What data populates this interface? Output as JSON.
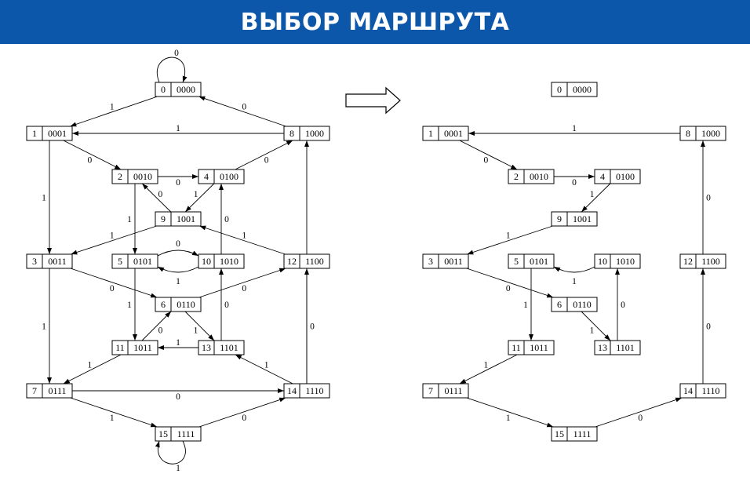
{
  "header": {
    "title": "ВЫБОР МАРШРУТА",
    "color": "#0c57a9"
  },
  "nodes": [
    {
      "id": 0,
      "label": "0",
      "code": "0000"
    },
    {
      "id": 1,
      "label": "1",
      "code": "0001"
    },
    {
      "id": 2,
      "label": "2",
      "code": "0010"
    },
    {
      "id": 3,
      "label": "3",
      "code": "0011"
    },
    {
      "id": 4,
      "label": "4",
      "code": "0100"
    },
    {
      "id": 5,
      "label": "5",
      "code": "0101"
    },
    {
      "id": 6,
      "label": "6",
      "code": "0110"
    },
    {
      "id": 7,
      "label": "7",
      "code": "0111"
    },
    {
      "id": 8,
      "label": "8",
      "code": "1000"
    },
    {
      "id": 9,
      "label": "9",
      "code": "1001"
    },
    {
      "id": 10,
      "label": "10",
      "code": "1010"
    },
    {
      "id": 11,
      "label": "11",
      "code": "1011"
    },
    {
      "id": 12,
      "label": "12",
      "code": "1100"
    },
    {
      "id": 13,
      "label": "13",
      "code": "1101"
    },
    {
      "id": 14,
      "label": "14",
      "code": "1110"
    },
    {
      "id": 15,
      "label": "15",
      "code": "1111"
    }
  ],
  "full_graph_edges": [
    {
      "from": 0,
      "to": 0,
      "label": "0"
    },
    {
      "from": 0,
      "to": 1,
      "label": "1"
    },
    {
      "from": 8,
      "to": 0,
      "label": "0"
    },
    {
      "from": 8,
      "to": 1,
      "label": "1"
    },
    {
      "from": 1,
      "to": 2,
      "label": "0"
    },
    {
      "from": 1,
      "to": 3,
      "label": "1"
    },
    {
      "from": 2,
      "to": 4,
      "label": "0"
    },
    {
      "from": 2,
      "to": 5,
      "label": "1"
    },
    {
      "from": 4,
      "to": 8,
      "label": "0"
    },
    {
      "from": 4,
      "to": 9,
      "label": "1"
    },
    {
      "from": 9,
      "to": 2,
      "label": "0"
    },
    {
      "from": 9,
      "to": 3,
      "label": "1"
    },
    {
      "from": 12,
      "to": 9,
      "label": "1"
    },
    {
      "from": 14,
      "to": 8,
      "label": "0"
    },
    {
      "from": 5,
      "to": 10,
      "label": "0"
    },
    {
      "from": 10,
      "to": 5,
      "label": "1"
    },
    {
      "from": 10,
      "to": 4,
      "label": "0"
    },
    {
      "from": 5,
      "to": 11,
      "label": "1"
    },
    {
      "from": 3,
      "to": 6,
      "label": "0"
    },
    {
      "from": 3,
      "to": 7,
      "label": "1"
    },
    {
      "from": 6,
      "to": 12,
      "label": "0"
    },
    {
      "from": 6,
      "to": 13,
      "label": "1"
    },
    {
      "from": 11,
      "to": 6,
      "label": "0"
    },
    {
      "from": 13,
      "to": 11,
      "label": "1"
    },
    {
      "from": 13,
      "to": 10,
      "label": "0"
    },
    {
      "from": 11,
      "to": 7,
      "label": "1"
    },
    {
      "from": 7,
      "to": 14,
      "label": "0"
    },
    {
      "from": 14,
      "to": 13,
      "label": "1"
    },
    {
      "from": 14,
      "to": 12,
      "label": "0"
    },
    {
      "from": 7,
      "to": 15,
      "label": "1"
    },
    {
      "from": 15,
      "to": 14,
      "label": "0"
    },
    {
      "from": 15,
      "to": 15,
      "label": "1"
    }
  ],
  "route_edges": [
    {
      "from": 8,
      "to": 1,
      "label": "1"
    },
    {
      "from": 1,
      "to": 2,
      "label": "0"
    },
    {
      "from": 2,
      "to": 4,
      "label": "0"
    },
    {
      "from": 4,
      "to": 9,
      "label": "1"
    },
    {
      "from": 9,
      "to": 3,
      "label": "1"
    },
    {
      "from": 10,
      "to": 5,
      "label": "1"
    },
    {
      "from": 5,
      "to": 11,
      "label": "1"
    },
    {
      "from": 3,
      "to": 6,
      "label": "0"
    },
    {
      "from": 6,
      "to": 13,
      "label": "1"
    },
    {
      "from": 13,
      "to": 10,
      "label": "0"
    },
    {
      "from": 11,
      "to": 7,
      "label": "1"
    },
    {
      "from": 7,
      "to": 15,
      "label": "1"
    },
    {
      "from": 15,
      "to": 14,
      "label": "0"
    },
    {
      "from": 14,
      "to": 12,
      "label": "0"
    },
    {
      "from": 12,
      "to": 8,
      "label": "0"
    }
  ]
}
